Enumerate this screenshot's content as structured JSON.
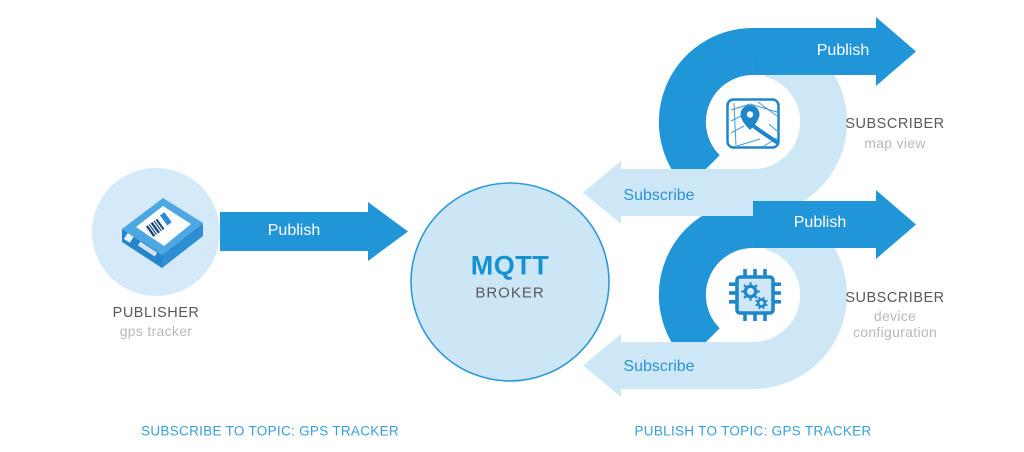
{
  "colors": {
    "primary_blue": "#2095d8",
    "light_blue": "#cee7f6",
    "publisher_circle_fill": "#d4eaf8",
    "broker_circle_fill": "#cde6f6",
    "broker_circle_stroke": "#2d9ad7",
    "icon_blue": "#1f86cb",
    "dark_text": "#58595b",
    "gray_text": "#b5b9bc",
    "blue_text": "#2a93d6",
    "topic_text": "#36a0db"
  },
  "publisher": {
    "label": "PUBLISHER",
    "sublabel": "gps tracker",
    "icon": "gps-tracker-device-icon"
  },
  "broker": {
    "title": "MQTT",
    "subtitle": "BROKER"
  },
  "arrows": {
    "publisher_publish": "Publish",
    "map_publish": "Publish",
    "map_subscribe": "Subscribe",
    "device_publish": "Publish",
    "device_subscribe": "Subscribe"
  },
  "subscribers": {
    "map": {
      "label": "SUBSCRIBER",
      "sublabel": "map view",
      "icon": "map-view-icon"
    },
    "device": {
      "label": "SUBSCRIBER",
      "sublabel_line1": "device",
      "sublabel_line2": "configuration",
      "icon": "chip-gears-icon"
    }
  },
  "footers": {
    "left": "SUBSCRIBE TO TOPIC: GPS TRACKER",
    "right": "PUBLISH TO TOPIC: GPS TRACKER"
  }
}
